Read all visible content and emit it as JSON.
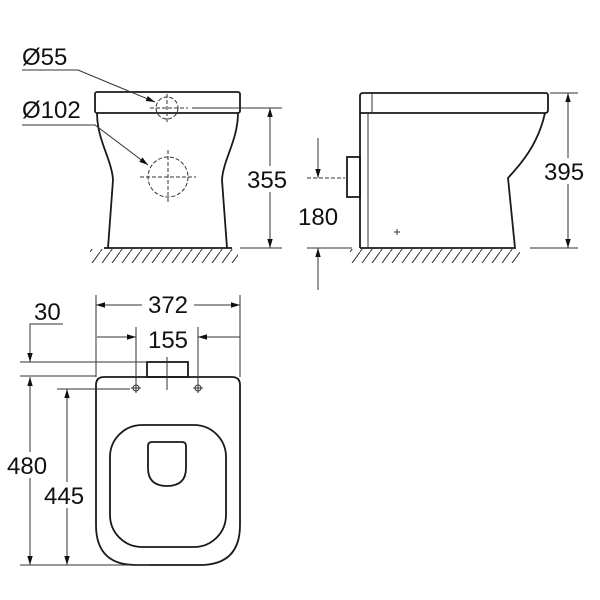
{
  "views": {
    "front": {
      "pipe_small_diameter": "Ø55",
      "pipe_large_diameter": "Ø102",
      "outlet_height": "355"
    },
    "side": {
      "inlet_height": "180",
      "total_height": "395"
    },
    "top": {
      "overall_width": "372",
      "hinge_spacing": "155",
      "rear_offset": "30",
      "overall_depth": "480",
      "hinge_to_front": "445"
    }
  },
  "colors": {
    "line": "#1a1a1a",
    "background": "#ffffff"
  }
}
